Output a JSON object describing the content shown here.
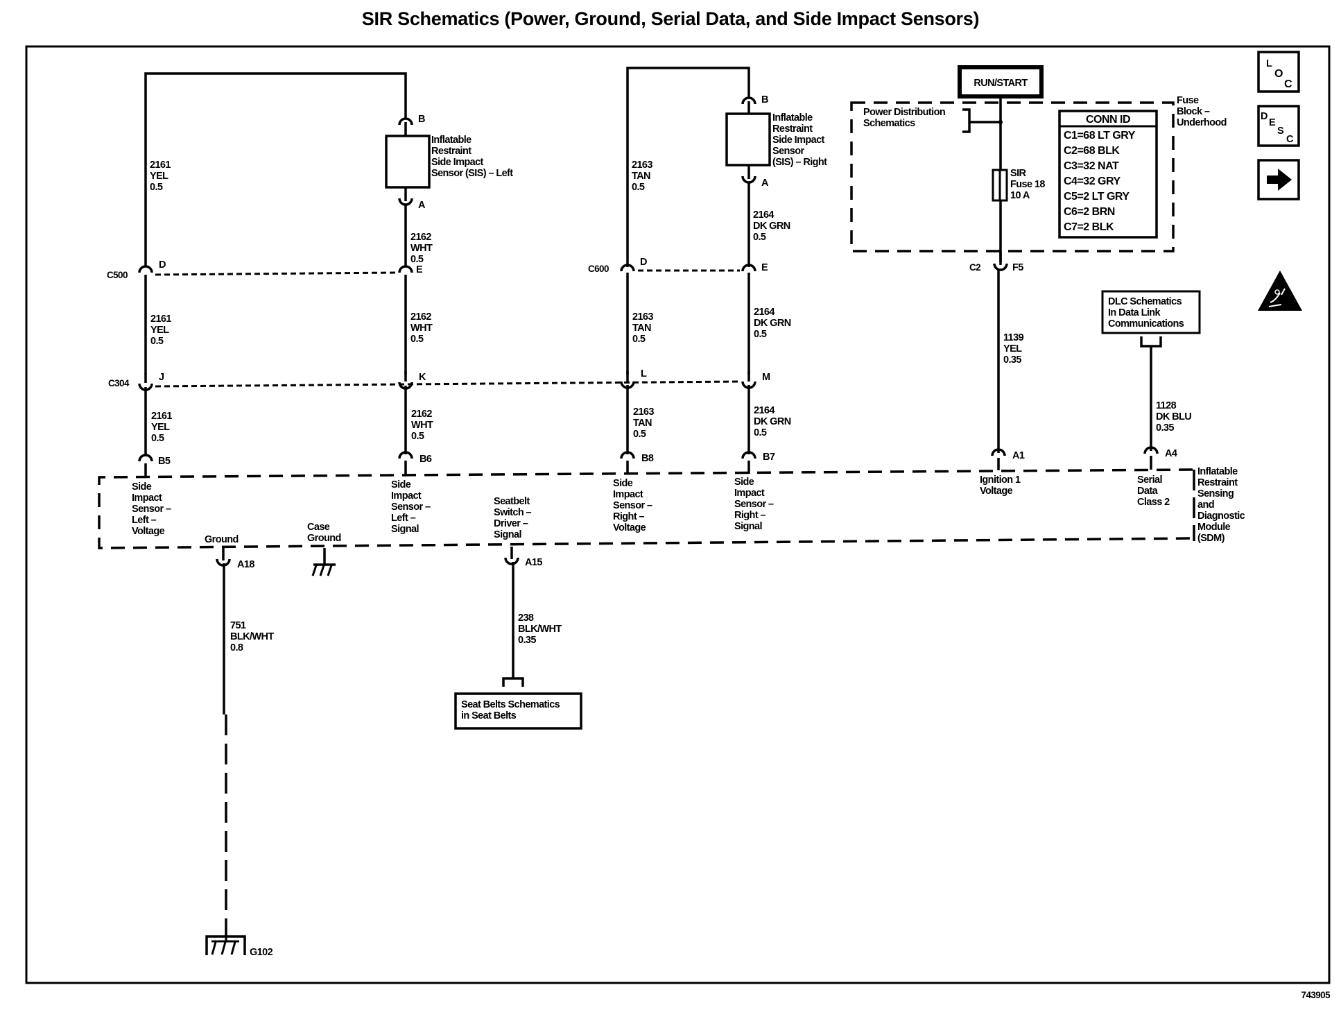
{
  "title": "SIR Schematics (Power, Ground, Serial Data, and Side Impact Sensors)",
  "figure_id": "743905",
  "nav_icons": {
    "loc": [
      "L",
      "O",
      "C"
    ],
    "desc": [
      "D",
      "E",
      "S",
      "C"
    ],
    "next": "next-arrow-icon",
    "warning": "airbag-warning-icon"
  },
  "power": {
    "source": "RUN/START",
    "fuse_block_label": [
      "Fuse",
      "Block –",
      "Underhood"
    ],
    "power_dist_ref": [
      "Power Distribution",
      "Schematics"
    ],
    "fuse": [
      "SIR",
      "Fuse 18",
      "10 A"
    ],
    "conn_id_title": "CONN ID",
    "conn_id": [
      "C1=68 LT GRY",
      "C2=68 BLK",
      "C3=32 NAT",
      "C4=32 GRY",
      "C5=2 LT GRY",
      "C6=2 BRN",
      "C7=2 BLK"
    ],
    "out_conn": "C2",
    "out_pin": "F5",
    "wire": [
      "1139",
      "YEL",
      "0.35"
    ]
  },
  "dlc": {
    "ref": [
      "DLC Schematics",
      "In Data Link",
      "Communications"
    ],
    "wire": [
      "1128",
      "DK BLU",
      "0.35"
    ],
    "pin": "A4"
  },
  "sensor_left": {
    "name": [
      "Inflatable",
      "Restraint",
      "Side Impact",
      "Sensor (SIS) – Left"
    ],
    "pin_b": "B",
    "pin_a": "A",
    "wire_voltage": [
      "2161",
      "YEL",
      "0.5"
    ],
    "wire_signal": [
      "2162",
      "WHT",
      "0.5"
    ]
  },
  "sensor_right": {
    "name": [
      "Inflatable",
      "Restraint",
      "Side Impact",
      "Sensor",
      "(SIS) – Right"
    ],
    "pin_b": "B",
    "pin_a": "A",
    "wire_voltage": [
      "2163",
      "TAN",
      "0.5"
    ],
    "wire_signal": [
      "2164",
      "DK GRN",
      "0.5"
    ]
  },
  "connectors": {
    "c500": {
      "name": "C500",
      "pins": [
        "D",
        "E"
      ]
    },
    "c600": {
      "name": "C600",
      "pins": [
        "D",
        "E"
      ]
    },
    "c304": {
      "name": "C304",
      "pins": [
        "J",
        "K",
        "L",
        "M"
      ]
    }
  },
  "sdm": {
    "name": [
      "Inflatable",
      "Restraint",
      "Sensing",
      "and",
      "Diagnostic",
      "Module",
      "(SDM)"
    ],
    "pins": [
      {
        "pin": "B5",
        "label": [
          "Side",
          "Impact",
          "Sensor –",
          "Left –",
          "Voltage"
        ]
      },
      {
        "pin": "B6",
        "label": [
          "Side",
          "Impact",
          "Sensor –",
          "Left –",
          "Signal"
        ]
      },
      {
        "pin": "B8",
        "label": [
          "Side",
          "Impact",
          "Sensor –",
          "Right –",
          "Voltage"
        ]
      },
      {
        "pin": "B7",
        "label": [
          "Side",
          "Impact",
          "Sensor –",
          "Right –",
          "Signal"
        ]
      },
      {
        "pin": "A1",
        "label": [
          "Ignition 1",
          "Voltage"
        ]
      },
      {
        "pin": "A4",
        "label": [
          "Serial",
          "Data",
          "Class 2"
        ]
      },
      {
        "pin": "A18",
        "label": [
          "Ground"
        ]
      },
      {
        "pin": "A15",
        "label": [
          "Seatbelt",
          "Switch –",
          "Driver –",
          "Signal"
        ]
      }
    ],
    "case_ground": [
      "Case",
      "Ground"
    ]
  },
  "ground": {
    "wire": [
      "751",
      "BLK/WHT",
      "0.8"
    ],
    "point": "G102"
  },
  "seatbelt": {
    "wire": [
      "238",
      "BLK/WHT",
      "0.35"
    ],
    "ref": [
      "Seat Belts Schematics",
      "in Seat Belts"
    ]
  }
}
